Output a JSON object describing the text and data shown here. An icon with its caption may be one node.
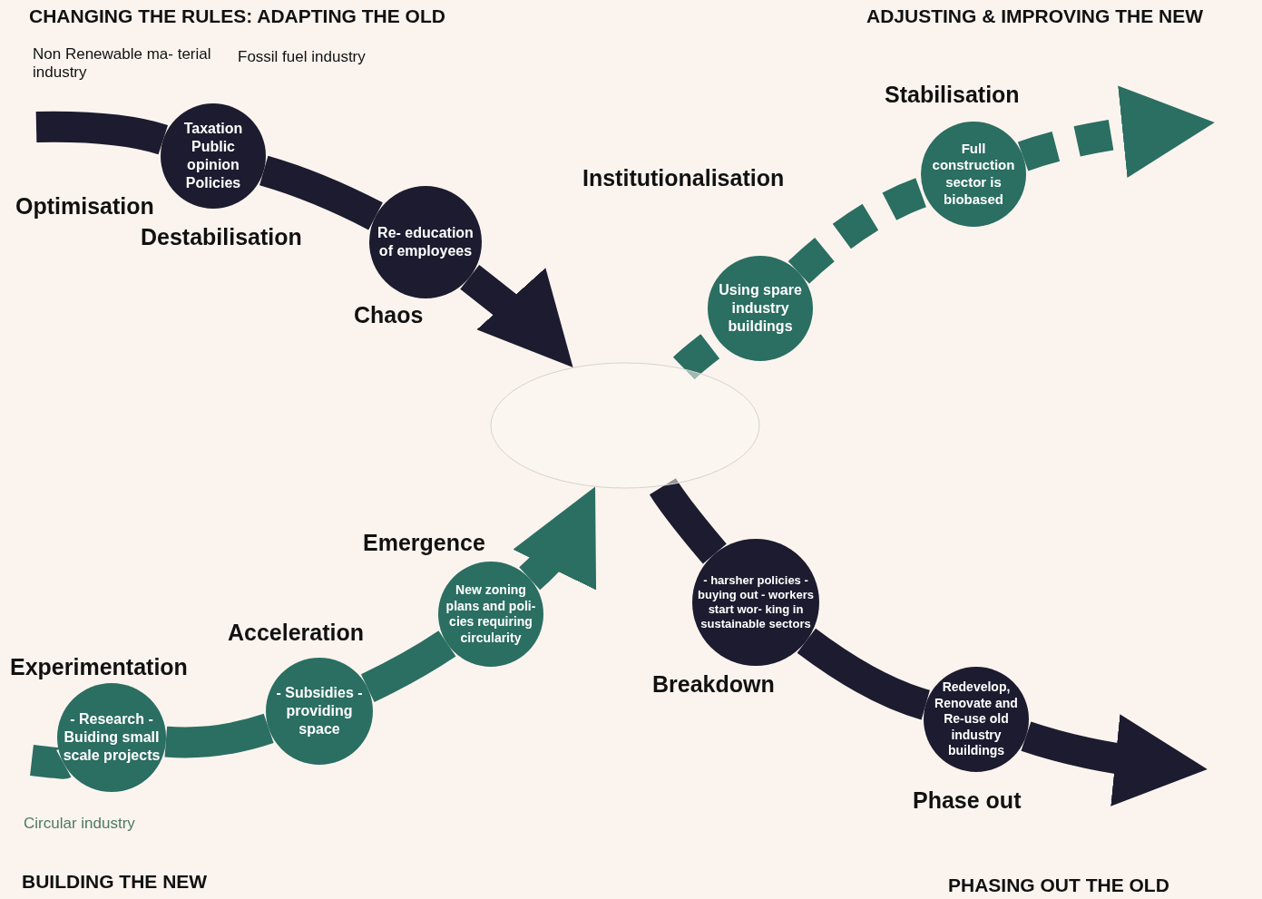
{
  "diagram": {
    "nodes": [
      {
        "text": [
          "Taxation Public opinion Policies"
        ]
      },
      {
        "text": [
          "Re- education of employees"
        ]
      },
      {
        "text": [
          "- Research - Buiding small scale projects"
        ]
      },
      {
        "text": [
          "- Subsidies - providing space"
        ]
      },
      {
        "text": [
          "New zoning plans and poli- cies requiring circularity"
        ]
      },
      {
        "text": [
          "Using spare industry buildings"
        ]
      },
      {
        "text": [
          "Full construction sector is biobased"
        ]
      },
      {
        "text": [
          "- harsher policies - buying out - workers start wor- king in sustainable sectors"
        ]
      },
      {
        "text": [
          "Redevelop, Renovate and Re-use old industry buildings"
        ]
      },
      {
        "text": [],
        "shape": "ellipse"
      }
    ],
    "edges": [
      {
        "from": null,
        "to": 0,
        "arrow": "none",
        "color": "#1c1b2f"
      },
      {
        "from": 0,
        "to": 1,
        "arrow": "none",
        "color": "#1c1b2f"
      },
      {
        "from": 1,
        "to": 9,
        "arrow": "to",
        "color": "#1c1b2f"
      },
      {
        "from": 9,
        "to": 7,
        "arrow": "none",
        "color": "#1c1b2f"
      },
      {
        "from": 7,
        "to": 8,
        "arrow": "none",
        "color": "#1c1b2f"
      },
      {
        "from": 8,
        "to": null,
        "arrow": "to",
        "color": "#1c1b2f"
      },
      {
        "from": null,
        "to": 2,
        "arrow": "none"
      },
      {
        "from": 2,
        "to": 3,
        "arrow": "none"
      },
      {
        "from": 3,
        "to": 4,
        "arrow": "none"
      },
      {
        "from": 4,
        "to": 9,
        "arrow": "to"
      },
      {
        "from": 9,
        "to": 5,
        "arrow": "none",
        "style": "dashed"
      },
      {
        "from": 5,
        "to": 6,
        "arrow": "none",
        "style": "dashed"
      },
      {
        "from": 6,
        "to": null,
        "arrow": "to",
        "style": "dashed"
      }
    ],
    "labels": [
      "CHANGING THE RULES: ADAPTING THE OLD",
      "ADJUSTING & IMPROVING THE NEW",
      "Non Renewable ma- terial industry",
      "Fossil fuel industry",
      "Stabilisation",
      "Institutionalisation",
      "Optimisation",
      "Destabilisation",
      "Chaos",
      "Emergence",
      "Acceleration",
      "Experimentation",
      "Breakdown",
      "Phase out",
      "Circular industry",
      "BUILDING THE NEW",
      "PHASING OUT THE OLD"
    ]
  }
}
